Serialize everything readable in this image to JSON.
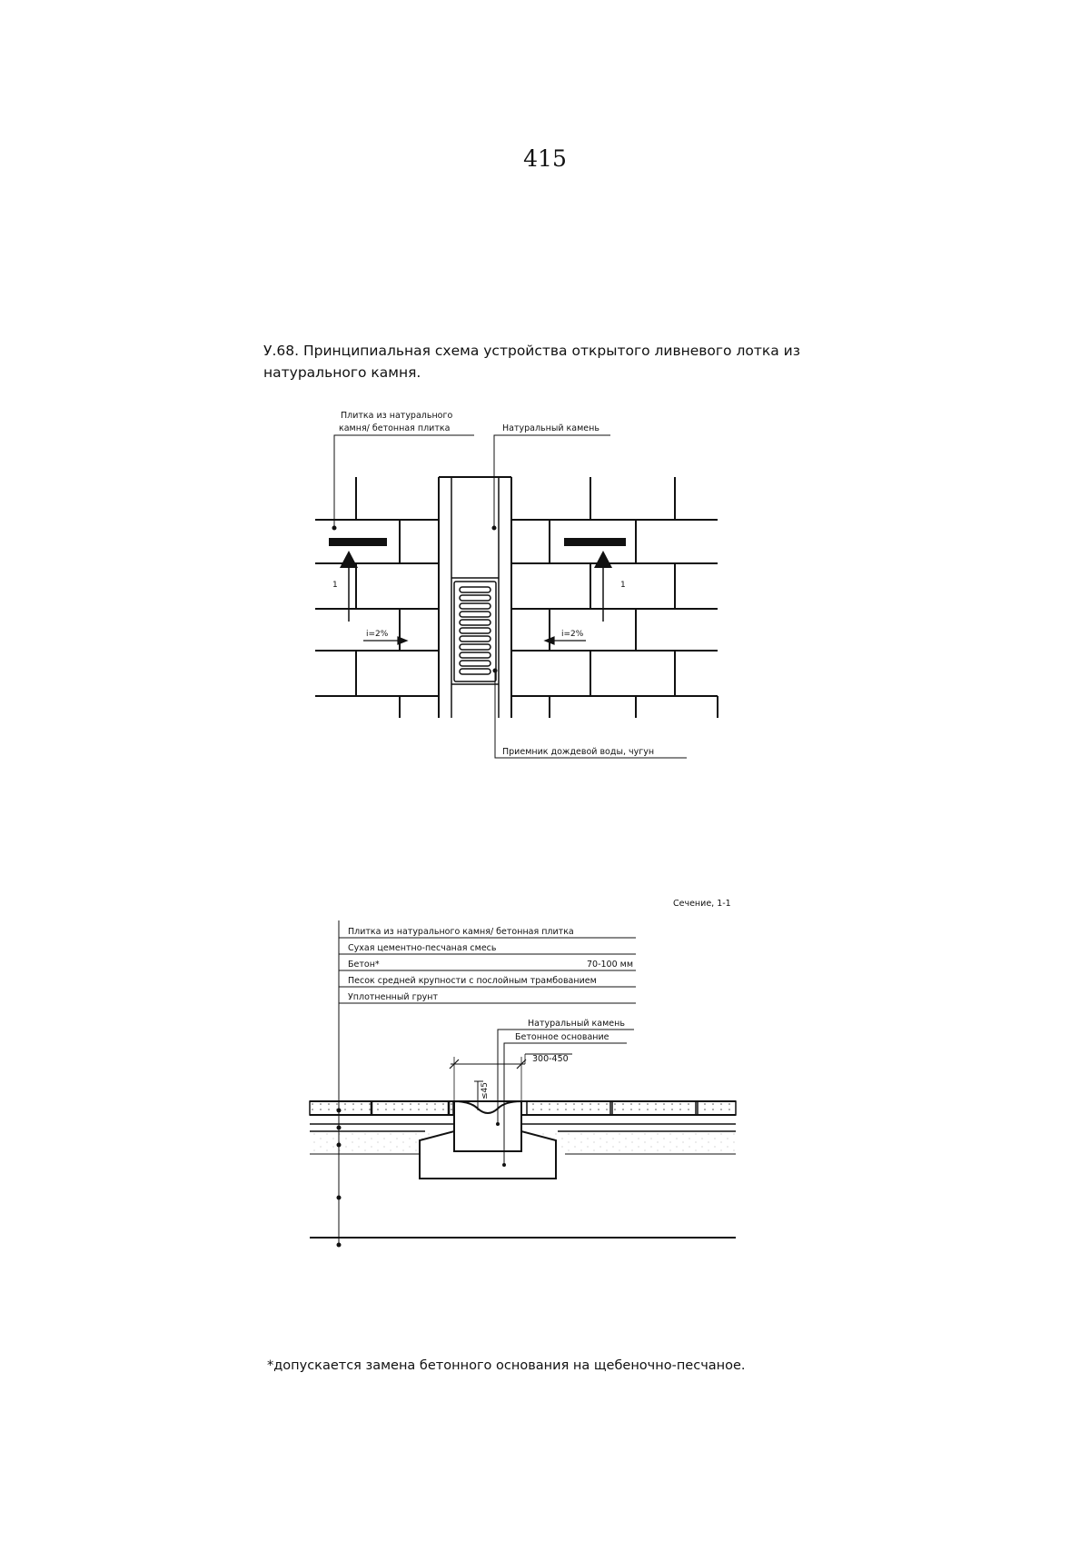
{
  "page": {
    "number": "415"
  },
  "caption": {
    "line1": "У.68. Принципиальная схема устройства открытого ливневого лотка из",
    "line2": "натурального камня."
  },
  "plan": {
    "label_tile_1": "Плитка из натурального",
    "label_tile_2": "камня/ бетонная плитка",
    "label_stone": "Натуральный камень",
    "label_receiver": "Приемник дождевой воды, чугун",
    "slope_left": "i=2%",
    "slope_right": "i=2%",
    "section_mark_left": "1",
    "section_mark_right": "1"
  },
  "section": {
    "title": "Сечение, 1-1",
    "layers": [
      {
        "name": "Плитка из натурального камня/ бетонная плитка",
        "thickness": ""
      },
      {
        "name": "Сухая цементно-песчаная смесь",
        "thickness": ""
      },
      {
        "name": "Бетон*",
        "thickness": "70-100 мм"
      },
      {
        "name": "Песок средней крупности с послойным трамбованием",
        "thickness": ""
      },
      {
        "name": "Уплотненный грунт",
        "thickness": ""
      }
    ],
    "label_stone": "Натуральный камень",
    "label_base": "Бетонное основание",
    "dim_width": "300-450",
    "dim_depth": "≤45"
  },
  "footnote": "*допускается замена бетонного основания на щебеночно-песчаное."
}
